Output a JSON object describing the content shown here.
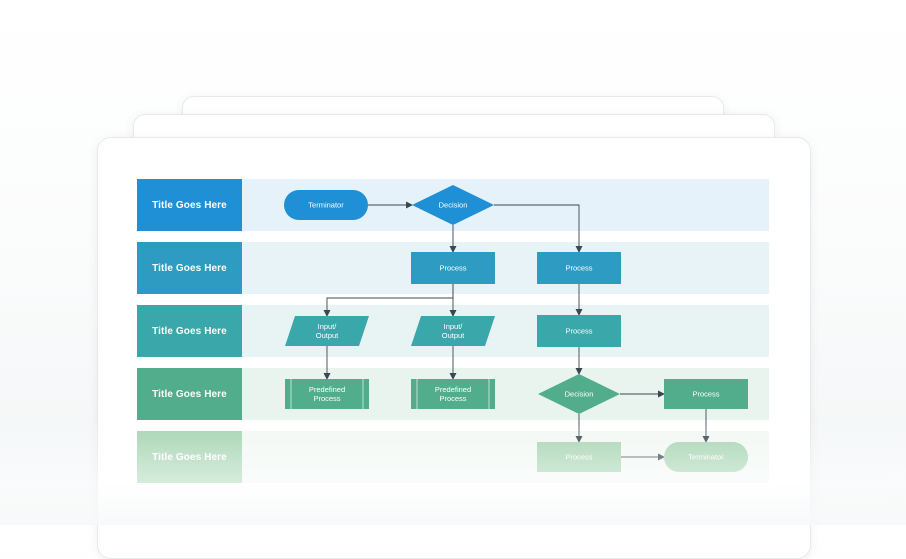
{
  "lanes": [
    {
      "title": "Title Goes Here",
      "header_color": "#1f8fd6",
      "bg_color": "#e5f2fa"
    },
    {
      "title": "Title Goes Here",
      "header_color": "#2e9cc2",
      "bg_color": "#e7f3f6"
    },
    {
      "title": "Title Goes Here",
      "header_color": "#3aa7aa",
      "bg_color": "#e8f4f3"
    },
    {
      "title": "Title Goes Here",
      "header_color": "#52ad8c",
      "bg_color": "#eaf4ef"
    },
    {
      "title": "Title Goes Here",
      "header_color": "#a6d4b2",
      "bg_color": "#f2f8f4"
    }
  ],
  "nodes": {
    "terminator_1": {
      "label": "Terminator",
      "shape": "terminator",
      "color": "#1f8fd6"
    },
    "decision_1": {
      "label": "Decision",
      "shape": "decision",
      "color": "#1f8fd6"
    },
    "process_1": {
      "label": "Process",
      "shape": "process",
      "color": "#2e9cc2"
    },
    "process_2": {
      "label": "Process",
      "shape": "process",
      "color": "#2e9cc2"
    },
    "io_1": {
      "label": [
        "Input/",
        "Output"
      ],
      "shape": "input-output",
      "color": "#3aa7aa"
    },
    "io_2": {
      "label": [
        "Input/",
        "Output"
      ],
      "shape": "input-output",
      "color": "#3aa7aa"
    },
    "process_3": {
      "label": "Process",
      "shape": "process",
      "color": "#3aa7aa"
    },
    "predef_1": {
      "label": [
        "Predefined",
        "Process"
      ],
      "shape": "predefined-process",
      "color": "#52ad8c"
    },
    "predef_2": {
      "label": [
        "Predefined",
        "Process"
      ],
      "shape": "predefined-process",
      "color": "#52ad8c"
    },
    "decision_2": {
      "label": "Decision",
      "shape": "decision",
      "color": "#52ad8c"
    },
    "process_4": {
      "label": "Process",
      "shape": "process",
      "color": "#52ad8c"
    },
    "process_5": {
      "label": "Process",
      "shape": "process",
      "color": "#a6d4b2"
    },
    "terminator_2": {
      "label": "Terminator",
      "shape": "terminator",
      "color": "#a6d4b2"
    }
  },
  "edges": [
    {
      "from": "terminator_1",
      "to": "decision_1"
    },
    {
      "from": "decision_1",
      "to": "process_1"
    },
    {
      "from": "decision_1",
      "to": "process_2"
    },
    {
      "from": "process_1",
      "to": "io_1"
    },
    {
      "from": "process_1",
      "to": "io_2"
    },
    {
      "from": "process_2",
      "to": "process_3"
    },
    {
      "from": "io_1",
      "to": "predef_1"
    },
    {
      "from": "io_2",
      "to": "predef_2"
    },
    {
      "from": "process_3",
      "to": "decision_2"
    },
    {
      "from": "decision_2",
      "to": "process_4"
    },
    {
      "from": "decision_2",
      "to": "process_5"
    },
    {
      "from": "process_4",
      "to": "terminator_2"
    },
    {
      "from": "process_5",
      "to": "terminator_2"
    }
  ],
  "connector_color": "#3b4750"
}
